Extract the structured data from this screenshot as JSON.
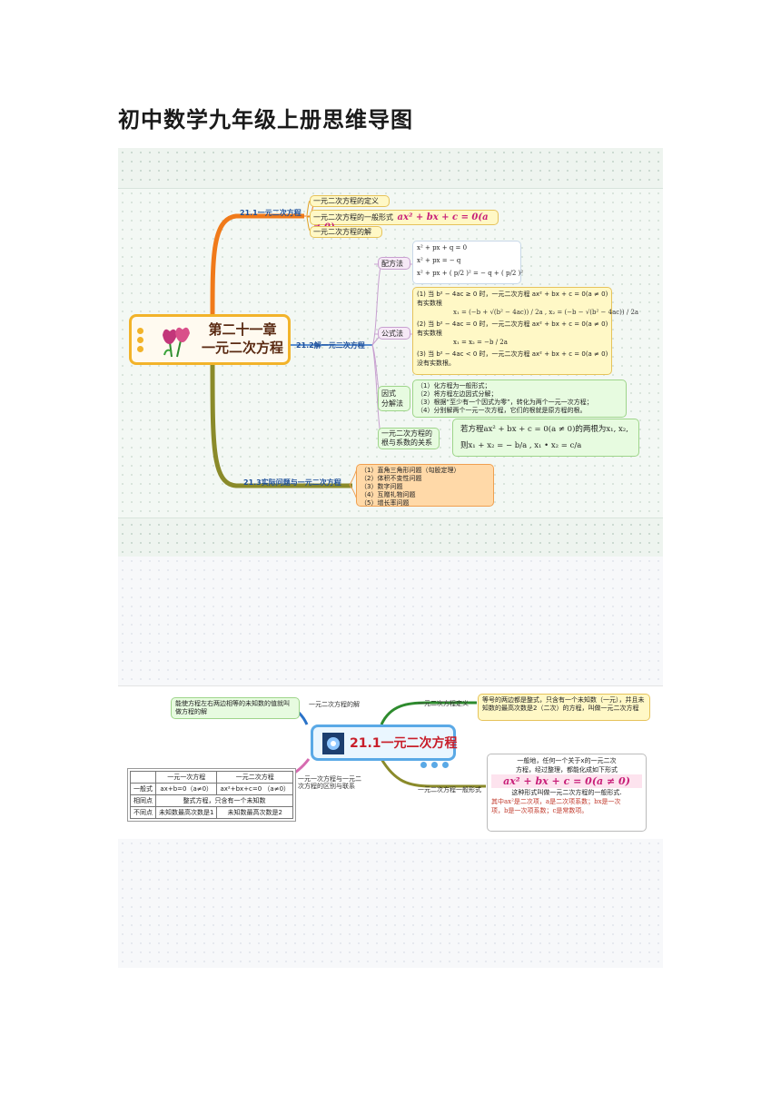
{
  "page": {
    "title": "初中数学九年级上册思维导图"
  },
  "map1": {
    "center_line1": "第二十一章",
    "center_line2": "一元二次方程",
    "branch_21_1": "21.1一元二次方程",
    "b1_items": [
      "一元二次方程的定义",
      "一元二次方程的一般形式",
      "一元二次方程的解"
    ],
    "general_form": "ax² + bx + c = 0(a ≠ 0)",
    "branch_21_2": "21.2解一元二次方程",
    "peifang": {
      "label": "配方法",
      "lines": [
        "x² + px + q = 0",
        "x² + px = − q",
        "x² + px + ( p/2 )² = − q + ( p/2 )²"
      ]
    },
    "gongshi": {
      "label": "公式法",
      "c1": "(1) 当 b² − 4ac ≥ 0 时，一元二次方程 ax² + bx + c = 0(a ≠ 0)",
      "c1b": "有实数根",
      "c1f": "x₁ = (−b + √(b² − 4ac)) / 2a , x₂ = (−b − √(b² − 4ac)) / 2a",
      "c2": "(2) 当 b² − 4ac = 0 时，一元二次方程 ax² + bx + c = 0(a ≠ 0)",
      "c2b": "有实数根",
      "c2f": "x₁ = x₂ = −b / 2a",
      "c3": "(3) 当 b² − 4ac < 0 时，一元二次方程 ax² + bx + c = 0(a ≠ 0)",
      "c3b": "没有实数根。"
    },
    "yinshi": {
      "label1": "因式",
      "label2": "分解法",
      "steps": [
        "（1）化方程为一般形式；",
        "（2）将方程左边因式分解；",
        "（3）根据“至少有一个因式为零”，转化为两个一元一次方程；",
        "（4）分别解两个一元一次方程，它们的根就是原方程的根。"
      ]
    },
    "vieta": {
      "label1": "一元二次方程的",
      "label2": "根与系数的关系",
      "line1": "若方程ax² + bx + c = 0(a ≠ 0)的两根为x₁, x₂,",
      "line2": "则x₁ + x₂ = − b/a , x₁ • x₂ = c/a"
    },
    "branch_21_3": "21.3实际问题与一元二次方程",
    "b3_items": [
      "（1）直角三角形问题（勾股定理）",
      "（2）体积不变性问题",
      "（3）数字问题",
      "（4）互赠礼物问题",
      "（5）增长率问题"
    ]
  },
  "map2": {
    "center": "21.1一元二次方程",
    "solution_label": "一元二次方程的解",
    "solution_desc": "能使方程左右两边相等的未知数的值就叫做方程的解",
    "def_label": "一元二次方程定义",
    "def_desc": "等号的两边都是整式，只含有一个未知数（一元），并且未知数的最高次数是2（二次）的方程，叫做一元二次方程",
    "compare_label1": "一元一次方程与一元二",
    "compare_label2": "次方程的区别与联系",
    "table": {
      "header": [
        "",
        "一元一次方程",
        "一元二次方程"
      ],
      "rows": [
        [
          "一般式",
          "ax+b=0（a≠0）",
          "ax²+bx+c=0 （a≠0）"
        ],
        [
          "相同点",
          "整式方程，只含有一个未知数",
          ""
        ],
        [
          "不同点",
          "未知数最高次数是1",
          "未知数最高次数是2"
        ]
      ]
    },
    "general_label": "一元二次方程一般形式",
    "general_desc1": "一般地，任何一个关于x的一元二次",
    "general_desc2": "方程，经过整理，都能化成如下形式",
    "general_formula": "ax² + bx + c = 0(a ≠ 0)",
    "general_desc3": "这种形式叫做一元二次方程的一般形式.",
    "general_desc4": "其中ax²是二次项，a是二次项系数；bx是一次",
    "general_desc5": "项，b是一次项系数；c是常数项。"
  },
  "colors": {
    "orange": "#f07a1a",
    "olive": "#8a8a2a",
    "pink": "#d66bb0",
    "blue": "#2a73c8",
    "magenta": "#c81e78"
  }
}
